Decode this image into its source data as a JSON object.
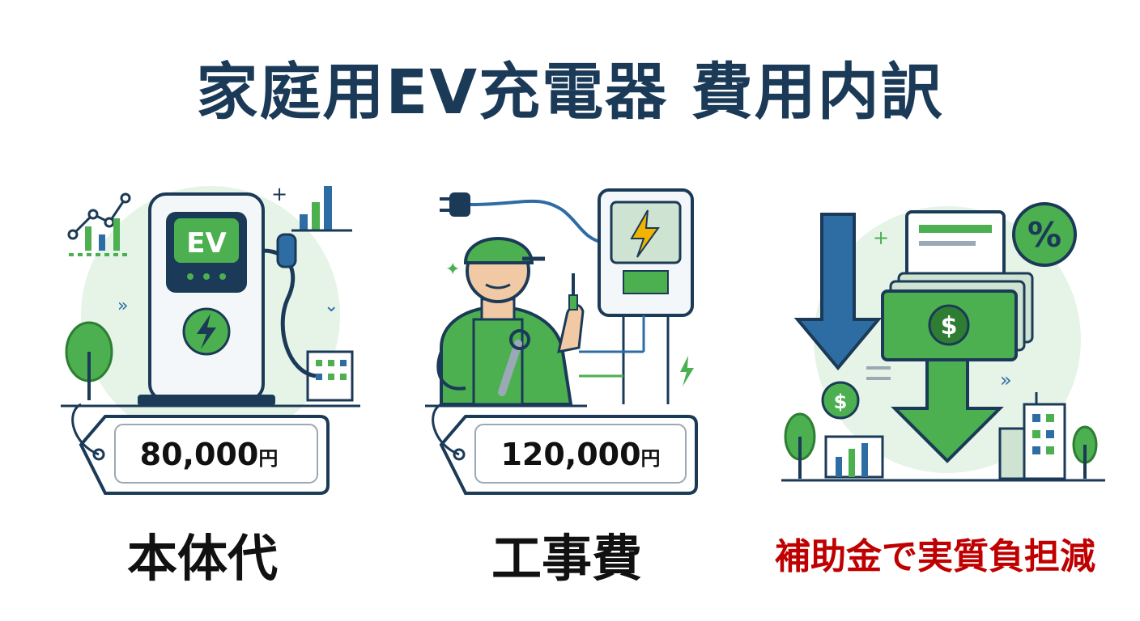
{
  "title": "家庭用EV充電器 費用内訳",
  "colors": {
    "navy": "#1b3a57",
    "green": "#4caf50",
    "dark_green": "#2e7d32",
    "blue": "#2e6da4",
    "light_green": "#e6f4e8",
    "red": "#c00000"
  },
  "items": [
    {
      "screen_text": "EV",
      "price": "80,000",
      "unit": "円",
      "label": "本体代"
    },
    {
      "price": "120,000",
      "unit": "円",
      "label": "工事費"
    },
    {
      "dollar": "$",
      "percent": "%",
      "label": "補助金で実質負担減"
    }
  ]
}
